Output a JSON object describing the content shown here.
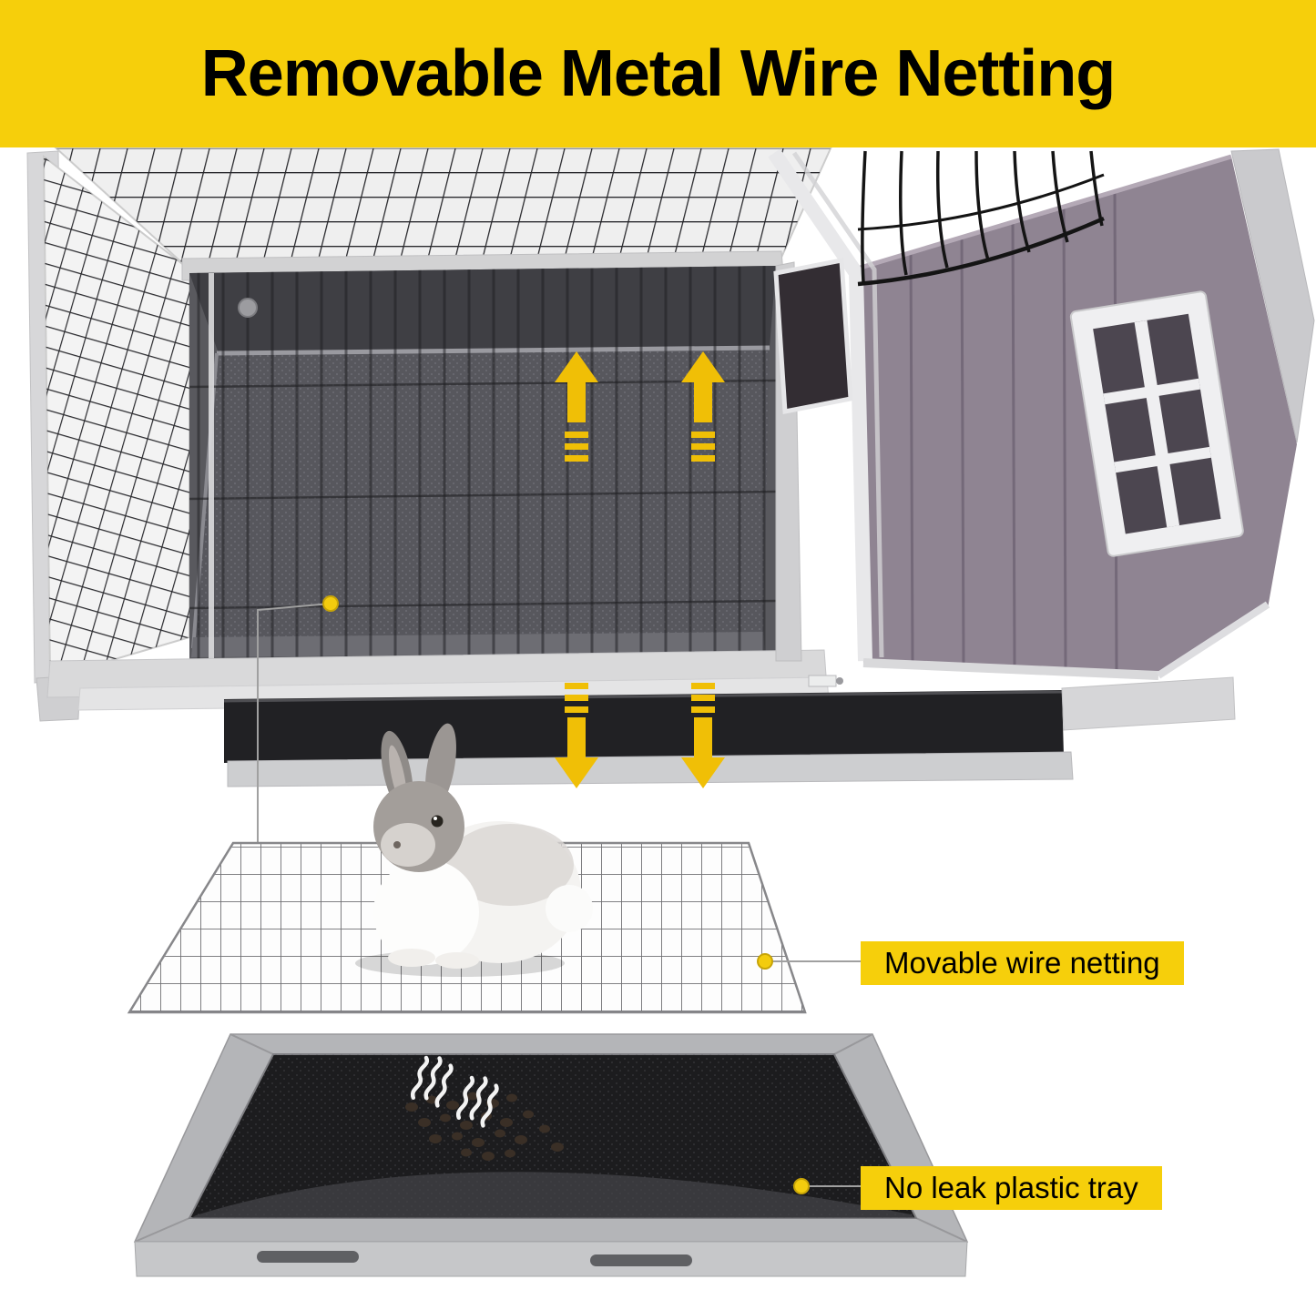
{
  "banner": {
    "title": "Removable Metal Wire Netting",
    "background_color": "#f6cf0b",
    "text_color": "#000000"
  },
  "callouts": [
    {
      "id": "wire-netting",
      "label": "Movable wire netting",
      "background_color": "#f6cf0b"
    },
    {
      "id": "plastic-tray",
      "label": "No leak plastic tray",
      "background_color": "#f6cf0b"
    }
  ],
  "scene": {
    "subject": "rabbit hutch exploded view showing removable wire netting and pull-out tray",
    "accent_arrow_color": "#f0bf06",
    "leader_dot_color": "#f3cc0e",
    "icons": [
      "up-arrow-icon",
      "down-arrow-icon",
      "steam-icon",
      "leader-dot"
    ]
  }
}
